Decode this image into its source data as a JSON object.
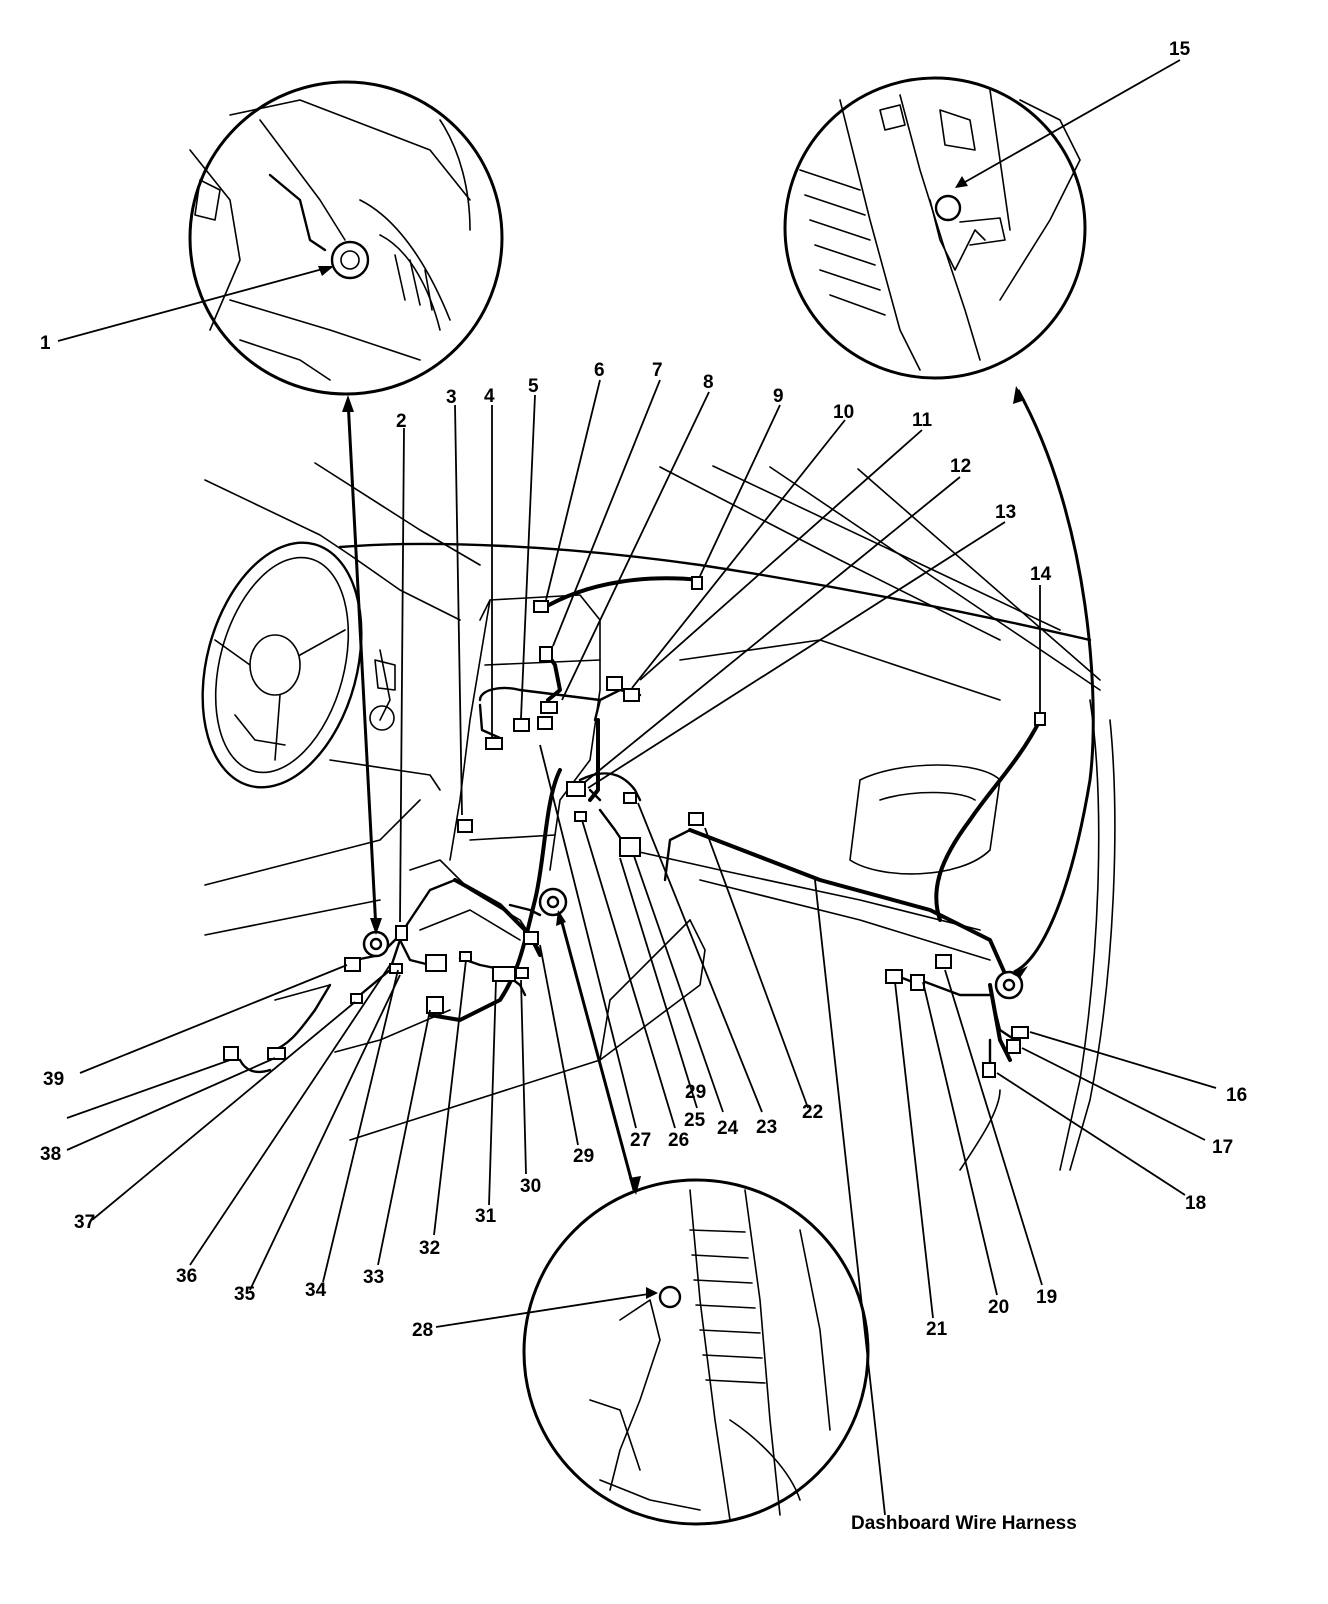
{
  "labels": [
    {
      "id": "1",
      "text": "1"
    },
    {
      "id": "2",
      "text": "2"
    },
    {
      "id": "3",
      "text": "3"
    },
    {
      "id": "4",
      "text": "4"
    },
    {
      "id": "5",
      "text": "5"
    },
    {
      "id": "6",
      "text": "6"
    },
    {
      "id": "7",
      "text": "7"
    },
    {
      "id": "8",
      "text": "8"
    },
    {
      "id": "9",
      "text": "9"
    },
    {
      "id": "10",
      "text": "10"
    },
    {
      "id": "11",
      "text": "11"
    },
    {
      "id": "12",
      "text": "12"
    },
    {
      "id": "13",
      "text": "13"
    },
    {
      "id": "14",
      "text": "14"
    },
    {
      "id": "15",
      "text": "15"
    },
    {
      "id": "16",
      "text": "16"
    },
    {
      "id": "17",
      "text": "17"
    },
    {
      "id": "18",
      "text": "18"
    },
    {
      "id": "19",
      "text": "19"
    },
    {
      "id": "20",
      "text": "20"
    },
    {
      "id": "21",
      "text": "21"
    },
    {
      "id": "22",
      "text": "22"
    },
    {
      "id": "23",
      "text": "23"
    },
    {
      "id": "24",
      "text": "24"
    },
    {
      "id": "25",
      "text": "25"
    },
    {
      "id": "26",
      "text": "26"
    },
    {
      "id": "27",
      "text": "27"
    },
    {
      "id": "28",
      "text": "28"
    },
    {
      "id": "29a",
      "text": "29"
    },
    {
      "id": "29b",
      "text": "29"
    },
    {
      "id": "30",
      "text": "30"
    },
    {
      "id": "31",
      "text": "31"
    },
    {
      "id": "32",
      "text": "32"
    },
    {
      "id": "33",
      "text": "33"
    },
    {
      "id": "34",
      "text": "34"
    },
    {
      "id": "35",
      "text": "35"
    },
    {
      "id": "36",
      "text": "36"
    },
    {
      "id": "37",
      "text": "37"
    },
    {
      "id": "38",
      "text": "38"
    },
    {
      "id": "39",
      "text": "39"
    }
  ],
  "caption": "Dashboard Wire Harness"
}
